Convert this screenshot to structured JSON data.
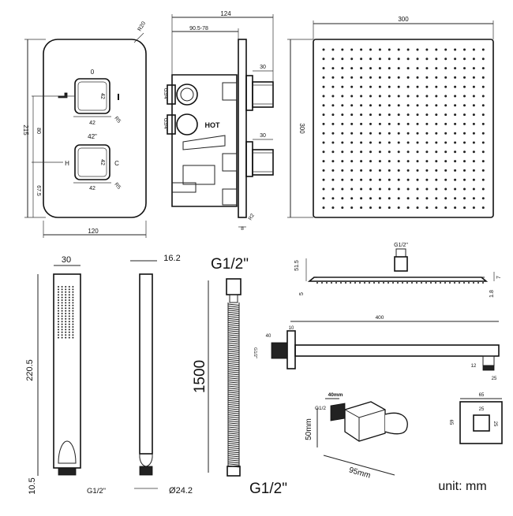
{
  "valve_plate": {
    "width": "120",
    "height": "215",
    "corner_radius": "R20",
    "dim_80": "80",
    "dim_67_5": "67.5",
    "top_knob_mark": "0",
    "top_knob_w": "42",
    "top_knob_h": "42",
    "top_knob_r": "R5",
    "bottom_knob_mark": "42\"",
    "bottom_knob_w": "42",
    "bottom_knob_h": "42",
    "bottom_knob_r": "R5",
    "hot_label": "H",
    "cold_label": "C"
  },
  "valve_side": {
    "depth": "124",
    "range": "90.5-78",
    "port_a": "G3/4\"",
    "port_b": "G3/4\"",
    "hot_text": "HOT",
    "outlet_a": "30",
    "outlet_b": "30",
    "plate_thickness": "8",
    "radius": "R2"
  },
  "shower_head_top": {
    "width": "300",
    "height": "300"
  },
  "shower_head_side": {
    "thread": "G1/2\"",
    "dim_51_5": "51.5",
    "dim_5": "5",
    "dim_7": "7",
    "dim_1_8": "1.8"
  },
  "handset": {
    "width": "30",
    "length": "220.5",
    "bottom": "10.5",
    "thread": "G1/2\"",
    "depth": "16.2",
    "diameter": "Ø24.2"
  },
  "hose": {
    "top_thread": "G1/2\"",
    "length": "1500",
    "bottom_thread": "G1/2\""
  },
  "arm": {
    "length": "400",
    "flange_thickness": "10",
    "dim_40": "40",
    "thread": "G1/2\"",
    "dim_12": "12",
    "dim_25": "25",
    "flange_size": "65"
  },
  "flange_face": {
    "width": "65",
    "height": "65",
    "inner_w": "25",
    "inner_h": "25"
  },
  "holder": {
    "height": "50mm",
    "length": "95mm",
    "thread_len": "40mm",
    "thread": "G1/2"
  },
  "unit_label": "unit: mm"
}
